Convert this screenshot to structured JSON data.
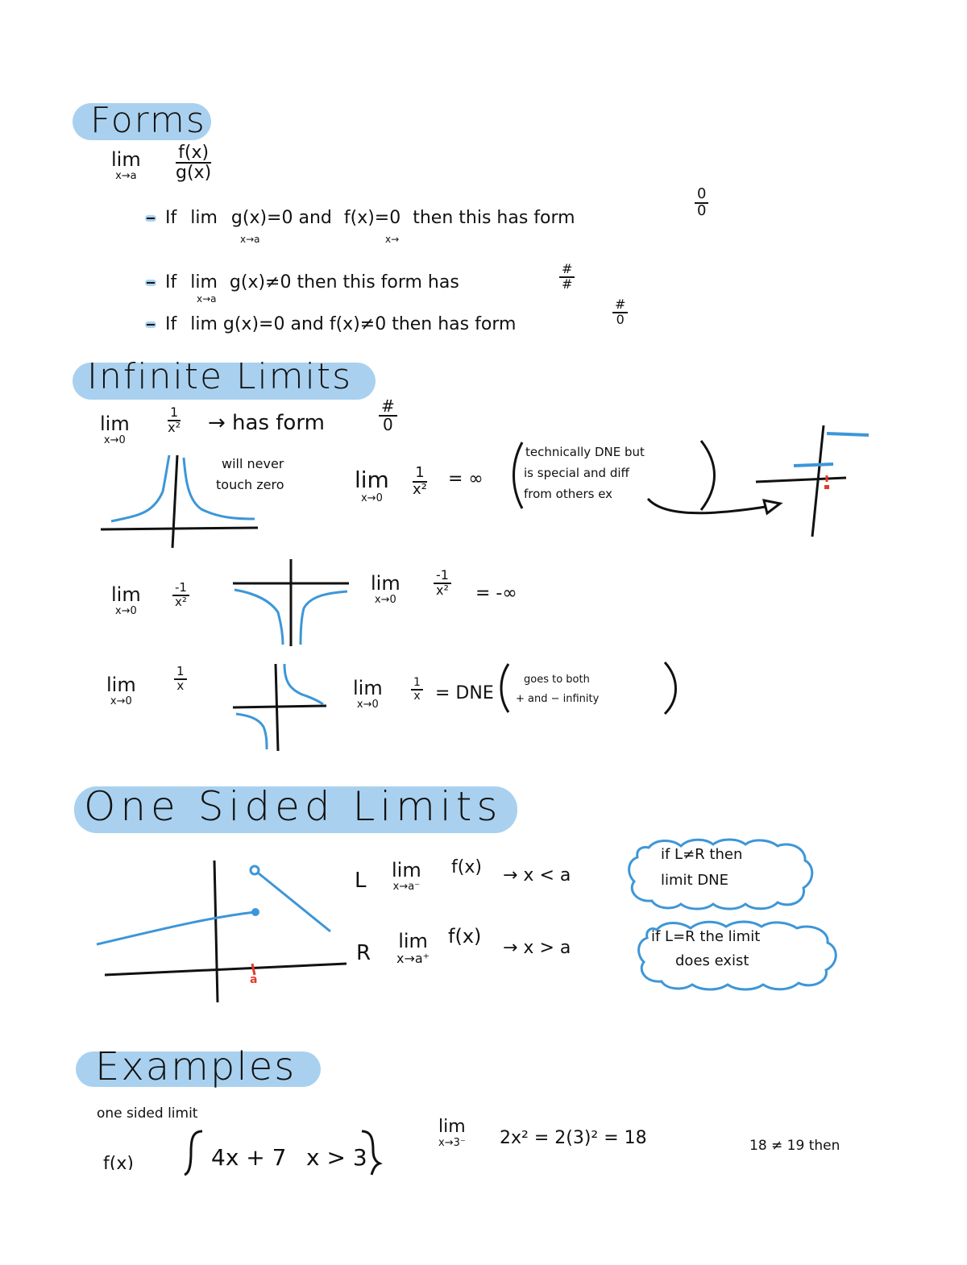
{
  "colors": {
    "highlight": "#a9d1ef",
    "curve_blue": "#3d96d8",
    "ink": "#111111",
    "marker_red": "#e53a2a"
  },
  "forms": {
    "heading": "Forms",
    "main_expr": {
      "lim": "lim",
      "sub": "x→a",
      "num": "f(x)",
      "den": "g(x)"
    },
    "rules": [
      {
        "pre": "If",
        "lim": "lim",
        "sub": "x→a",
        "text": "g(x)=0 and",
        "f_part": "f(x)=0",
        "f_sub": "x→",
        "post": "then this has form",
        "num": "0",
        "den": "0"
      },
      {
        "pre": "If",
        "lim": "lim",
        "sub": "x→a",
        "text": "g(x)≠0 then this form has",
        "num": "#",
        "den": "#"
      },
      {
        "pre": "If",
        "text": "lim g(x)=0 and f(x)≠0 then has form",
        "num": "#",
        "den": "0"
      }
    ]
  },
  "infinite_limits": {
    "heading": "Infinite Limits",
    "intro": {
      "lim": "lim",
      "sub": "x→0",
      "num": "1",
      "den": "x²",
      "arrow_text": "→ has form",
      "form_num": "#",
      "form_den": "0"
    },
    "ex1": {
      "graph_note_line1": "will never",
      "graph_note_line2": "touch zero",
      "lim": "lim",
      "sub": "x→0",
      "num": "1",
      "den": "x²",
      "result": "= ∞",
      "aside_line1": "technically DNE but",
      "aside_line2": "is special and diff",
      "aside_line3": "from others ex"
    },
    "ex2": {
      "lim": "lim",
      "sub": "x→0",
      "num": "-1",
      "den": "x²",
      "rhs_lim": "lim",
      "rhs_sub": "x→0",
      "rhs_num": "-1",
      "rhs_den": "x²",
      "result": "= -∞"
    },
    "ex3": {
      "lim": "lim",
      "sub": "x→0",
      "num": "1",
      "den": "x",
      "rhs_lim": "lim",
      "rhs_sub": "x→0",
      "rhs_num": "1",
      "rhs_den": "x",
      "result": "= DNE",
      "aside_line1": "goes to both",
      "aside_line2": "+ and − infinity"
    }
  },
  "one_sided": {
    "heading": "One Sided Limits",
    "axis_label": "a",
    "left": {
      "tag": "L",
      "lim": "lim",
      "sub": "x→a⁻",
      "fx": "f(x)",
      "arrow": "→ x < a"
    },
    "right": {
      "tag": "R",
      "lim": "lim",
      "sub": "x→a⁺",
      "fx": "f(x)",
      "arrow": "→ x > a"
    },
    "cloud1_line1": "if L≠R then",
    "cloud1_line2": "limit DNE",
    "cloud2_line1": "if L=R the limit",
    "cloud2_line2": "does exist"
  },
  "examples": {
    "heading": "Examples",
    "subtitle": "one sided limit",
    "piece_label": "f(x)",
    "piece_expr": "4x + 7",
    "piece_cond": "x > 3",
    "calc_lim": "lim",
    "calc_sub": "x→3⁻",
    "calc_expr": "2x² = 2(3)² = 18",
    "compare": "18 ≠ 19 then"
  }
}
